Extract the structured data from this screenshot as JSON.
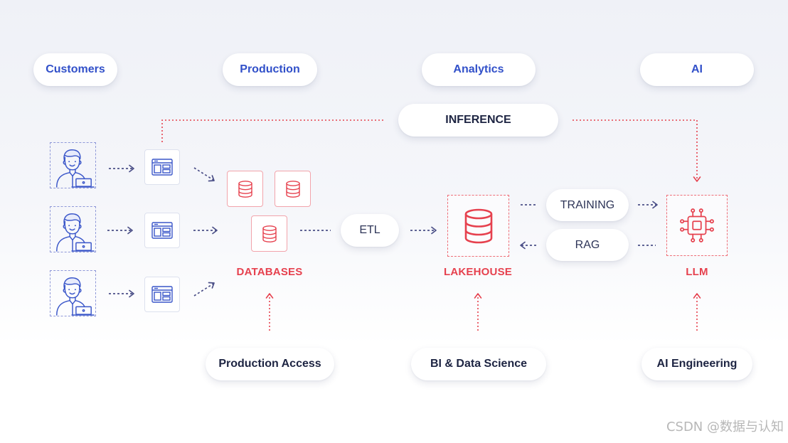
{
  "colors": {
    "stage_label": "#3150c9",
    "pill_text": "#1d2442",
    "flow_text": "#2e3558",
    "component_red": "#e6414e",
    "flow_arrow": "#4b4f87",
    "user_icon": "#3a56c9",
    "background_top": "#eff1f7",
    "background_bottom": "#ffffff"
  },
  "stages": [
    "Customers",
    "Production",
    "Analytics",
    "AI"
  ],
  "inference": {
    "label": "INFERENCE"
  },
  "users": {
    "user_icon": "person-at-laptop-icon",
    "app_icon": "app-window-icon"
  },
  "databases": {
    "label": "DATABASES",
    "icon": "database-icon"
  },
  "etl": {
    "label": "ETL"
  },
  "lakehouse": {
    "label": "LAKEHOUSE",
    "icon": "database-icon"
  },
  "training": {
    "label": "TRAINING"
  },
  "rag": {
    "label": "RAG"
  },
  "llm": {
    "label": "LLM",
    "icon": "chip-icon"
  },
  "access": [
    "Production Access",
    "BI & Data Science",
    "AI Engineering"
  ],
  "watermark": "CSDN @数据与认知"
}
